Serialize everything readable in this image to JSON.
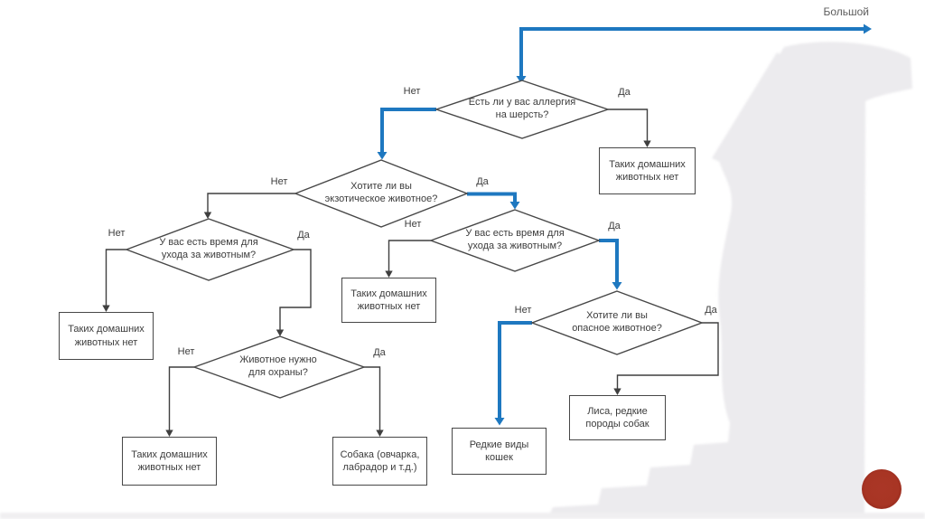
{
  "slide": {
    "title": "Большой",
    "colors": {
      "accent_blue": "#1e78c0",
      "line_gray": "#3f3f3f",
      "silhouette_gray": "#ecebee",
      "badge_red": "#a43424"
    }
  },
  "flowchart": {
    "edge_labels": {
      "yes": "Да",
      "no": "Нет"
    },
    "decisions": [
      {
        "id": "allergy",
        "label": "Есть ли у вас аллергия на шерсть?"
      },
      {
        "id": "exotic",
        "label": "Хотите ли вы экзотическое животное?"
      },
      {
        "id": "time-left",
        "label": "У вас есть время для ухода за животным?"
      },
      {
        "id": "guard",
        "label": "Животное нужно для охраны?"
      },
      {
        "id": "time-right",
        "label": "У вас есть время для ухода за животным?"
      },
      {
        "id": "dangerous",
        "label": "Хотите ли вы опасное животное?"
      }
    ],
    "results": [
      {
        "id": "no-pets-top",
        "label": "Таких домашних животных нет"
      },
      {
        "id": "no-pets-left",
        "label": "Таких домашних животных нет"
      },
      {
        "id": "no-pets-guard",
        "label": "Таких домашних животных нет"
      },
      {
        "id": "dog",
        "label": "Собака (овчарка, лабрадор и т.д.)"
      },
      {
        "id": "no-pets-mid",
        "label": "Таких домашних животных нет"
      },
      {
        "id": "rare-cats",
        "label": "Редкие виды кошек"
      },
      {
        "id": "fox",
        "label": "Лиса, редкие породы собак"
      }
    ]
  }
}
